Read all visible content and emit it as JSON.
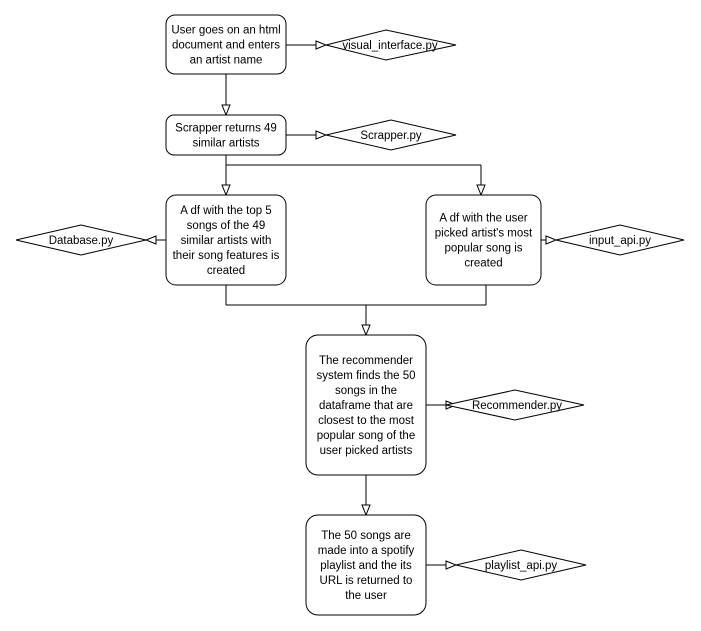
{
  "colors": {
    "stroke": "#000000",
    "fill": "#ffffff",
    "text": "#000000"
  },
  "nodes": {
    "user_input": {
      "lines": [
        "User goes on an html",
        "document and enters",
        "an artist name"
      ]
    },
    "visual_interface": {
      "lines": [
        "visual_interface.py"
      ]
    },
    "scrapper_step": {
      "lines": [
        "Scrapper returns 49",
        "similar artists"
      ]
    },
    "scrapper_file": {
      "lines": [
        "Scrapper.py"
      ]
    },
    "df_similar": {
      "lines": [
        "A df with the top 5",
        "songs of the 49",
        "similar artists with",
        "their song features is",
        "created"
      ]
    },
    "database_file": {
      "lines": [
        "Database.py"
      ]
    },
    "df_user": {
      "lines": [
        "A df with the user",
        "picked artist's most",
        "popular song is",
        "created"
      ]
    },
    "input_api_file": {
      "lines": [
        "input_api.py"
      ]
    },
    "recommender_step": {
      "lines": [
        "The recommender",
        "system finds the 50",
        "songs in the",
        "dataframe that are",
        "closest to the most",
        "popular song of the",
        "user picked artists"
      ]
    },
    "recommender_file": {
      "lines": [
        "Recommender.py"
      ]
    },
    "playlist_step": {
      "lines": [
        "The 50 songs are",
        "made into a spotify",
        "playlist and the its",
        "URL is returned to",
        "the user"
      ]
    },
    "playlist_file": {
      "lines": [
        "playlist_api.py"
      ]
    }
  }
}
